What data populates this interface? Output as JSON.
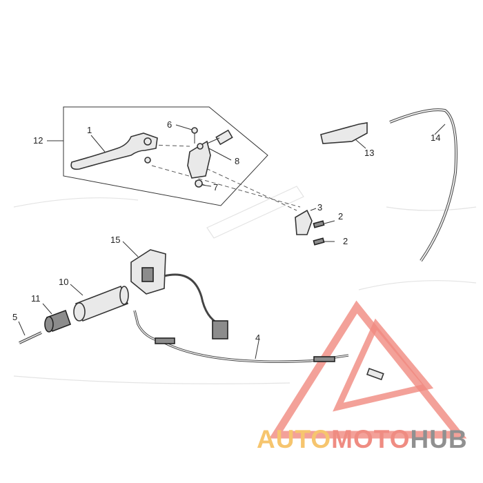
{
  "callouts": {
    "c1": "1",
    "c2a": "2",
    "c2b": "2",
    "c3": "3",
    "c4": "4",
    "c5": "5",
    "c6": "6",
    "c7": "7",
    "c8": "8",
    "c10": "10",
    "c11": "11",
    "c12": "12",
    "c13": "13",
    "c14": "14",
    "c15": "15"
  },
  "watermark": {
    "part1": "AUTO",
    "part2": "MOTO",
    "part3": "HUB",
    "color_auto": "#f6c56e",
    "color_moto": "#ef8c82",
    "color_hub": "#909090",
    "triangle_color": "#f08a80"
  }
}
